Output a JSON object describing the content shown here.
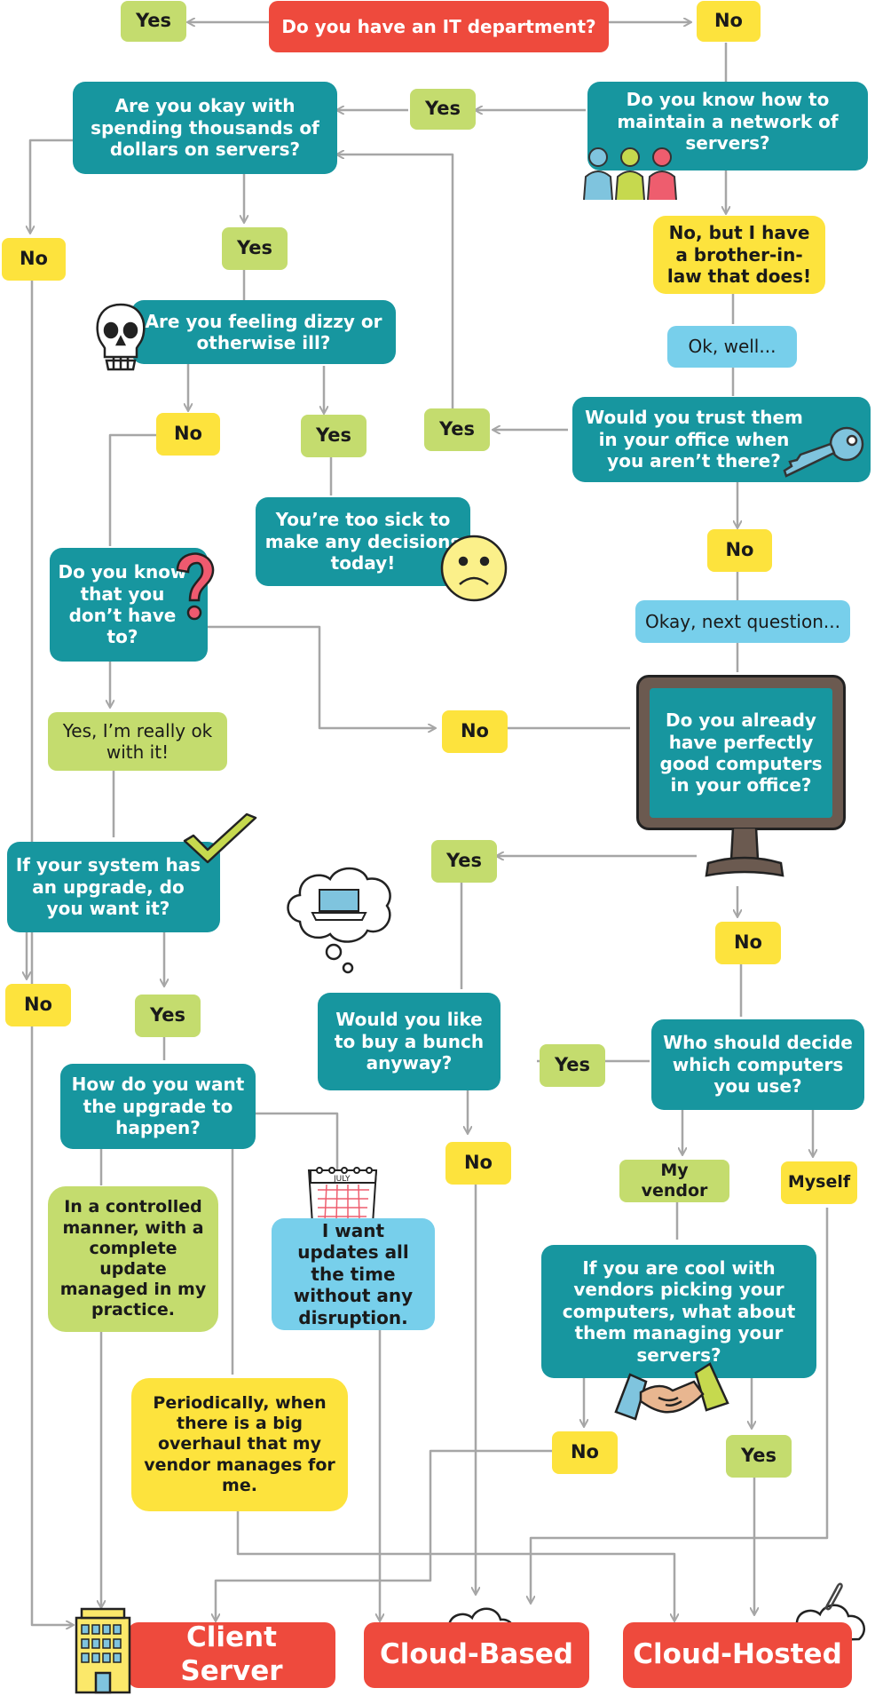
{
  "nodes": {
    "q_it_dept": "Do you have an IT department?",
    "q_it_yes": "Yes",
    "q_it_no": "No",
    "q_spending": "Are you okay with spending thousands of dollars on servers?",
    "q_maintain_yes": "Yes",
    "q_maintain": "Do you know how to maintain a network of servers?",
    "spending_no": "No",
    "spending_yes": "Yes",
    "brother_in_law": "No, but I have a brother-in-law that does!",
    "ok_well": "Ok, well...",
    "q_dizzy": "Are you feeling dizzy or otherwise ill?",
    "dizzy_no": "No",
    "dizzy_yes": "Yes",
    "trust_yes": "Yes",
    "q_trust": "Would you trust them in your office when you aren’t there?",
    "too_sick": "You’re too sick to make any decisions today!",
    "trust_no": "No",
    "q_know_dont": "Do you know that you don’t have to?",
    "okay_next": "Okay, next question...",
    "really_ok": "Yes, I’m really ok with it!",
    "know_no": "No",
    "q_computers": "Do you already have perfectly good computers in your office?",
    "q_upgrade": "If your system has an upgrade, do you want it?",
    "computers_yes": "Yes",
    "computers_no": "No",
    "upgrade_no": "No",
    "upgrade_yes": "Yes",
    "q_buy_bunch": "Would you like to buy a bunch anyway?",
    "buy_yes": "Yes",
    "q_who_decide": "Who should decide which computers you use?",
    "q_how_upgrade": "How do you want the upgrade to happen?",
    "buy_no": "No",
    "my_vendor": "My vendor",
    "myself": "Myself",
    "controlled": "In a controlled manner, with a complete update managed in my practice.",
    "updates_all_time": "I want updates all the time without any disruption.",
    "q_vendor_servers": "If you are cool with vendors picking your computers, what about them managing your servers?",
    "periodically": "Periodically, when there is a big overhaul that my vendor manages for me.",
    "vendor_no": "No",
    "vendor_yes": "Yes"
  },
  "outcomes": {
    "client_server": "Client Server",
    "cloud_based": "Cloud-Based",
    "cloud_hosted": "Cloud-Hosted"
  },
  "decorations": {
    "calendar_month": "JULY"
  },
  "colors": {
    "teal": "#17969f",
    "yellow": "#fde33d",
    "green": "#c4dc6e",
    "blue": "#77cfeb",
    "red": "#ee4a3d",
    "line": "#a6a6a6"
  },
  "icons": [
    "people-icon",
    "skull-icon",
    "key-icon",
    "sad-face-icon",
    "question-mark-icon",
    "monitor-icon",
    "checkmark-icon",
    "laptop-thought-icon",
    "calendar-icon",
    "handshake-icon",
    "building-icon",
    "cloud-icon",
    "paperclip-icon"
  ]
}
